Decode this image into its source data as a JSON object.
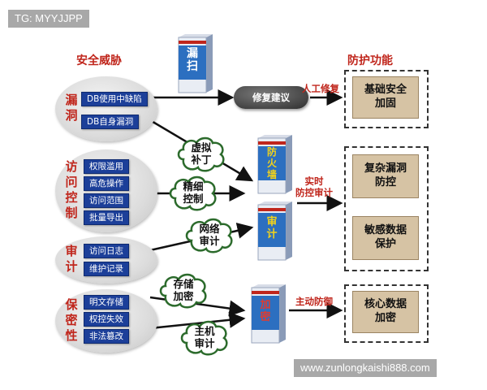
{
  "watermark_top": "TG: MYYJJPP",
  "watermark_bottom": "www.zunlongkaishi888.com",
  "headers": {
    "threats": "安全威胁",
    "functions": "防护功能"
  },
  "categories": [
    {
      "name": "漏\n洞",
      "items": [
        "DB使用中缺陷",
        "DB自身漏洞"
      ]
    },
    {
      "name": "访\n问\n控\n制",
      "items": [
        "权限滥用",
        "高危操作",
        "访问范围",
        "批量导出"
      ]
    },
    {
      "name": "审\n计",
      "items": [
        "访问日志",
        "维护记录"
      ]
    },
    {
      "name": "保\n密\n性",
      "items": [
        "明文存储",
        "权控失效",
        "非法篡改"
      ]
    }
  ],
  "clouds": [
    "虚拟\n补丁",
    "精细\n控制",
    "网络\n审计",
    "存储\n加密",
    "主机\n审计"
  ],
  "products": [
    "漏\n扫",
    "防\n火\n墙",
    "审\n计",
    "加\n密"
  ],
  "fix_suggest": "修复建议",
  "flow_labels": {
    "manual_fix": "人工修复",
    "realtime": "实时\n防控审计",
    "active": "主动防御"
  },
  "functions": [
    "基础安全\n加固",
    "复杂漏洞\n防控",
    "敏感数据\n保护",
    "核心数据\n加密"
  ],
  "colors": {
    "accent_red": "#c0261c",
    "tag_blue": "#1c3f99",
    "scroll": "#d6c3a4"
  }
}
